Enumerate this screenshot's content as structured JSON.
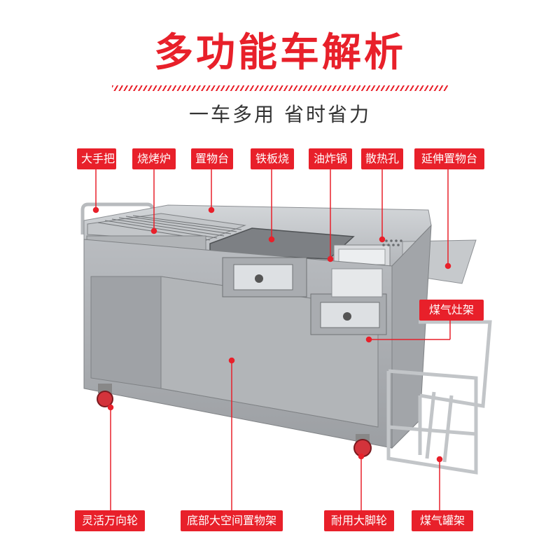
{
  "header": {
    "title": "多功能车解析",
    "subtitle": "一车多用  省时省力"
  },
  "labels": {
    "handle": "大手把",
    "grill": "烧烤炉",
    "shelf": "置物台",
    "griddle": "铁板烧",
    "fryer": "油炸锅",
    "vent": "散热孔",
    "extension": "延伸置物台",
    "stove_rack": "煤气灶架",
    "caster": "灵活万向轮",
    "storage": "底部大空间置物架",
    "big_wheel": "耐用大脚轮",
    "tank_rack": "煤气罐架"
  },
  "colors": {
    "accent": "#e8202a",
    "steel": "#a9acb0",
    "steel_dark": "#8d9094",
    "steel_light": "#c9cccf"
  }
}
